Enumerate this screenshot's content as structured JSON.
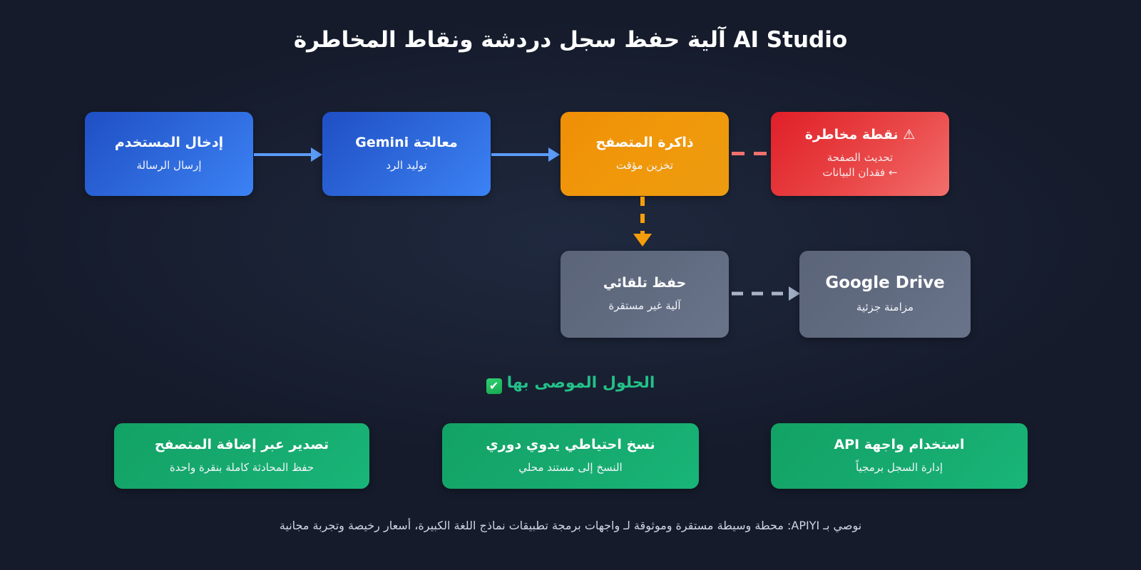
{
  "page": {
    "title": "AI Studio آلية حفظ سجل دردشة ونقاط المخاطرة",
    "background_color": "#151b2b"
  },
  "flow": {
    "nodes": [
      {
        "id": "user-input",
        "title": "إدخال المستخدم",
        "subtitle": "إرسال الرسالة",
        "color": "#2f6bdd"
      },
      {
        "id": "gemini-processing",
        "title": "معالجة Gemini",
        "subtitle": "توليد الرد",
        "color": "#2f6bdd"
      },
      {
        "id": "browser-memory",
        "title": "ذاكرة المتصفح",
        "subtitle": "تخزين مؤقت",
        "color": "#ef9310"
      },
      {
        "id": "risk-point",
        "title": "⚠ نقطة مخاطرة",
        "subtitle": "تحديث الصفحة",
        "subtitle2": "← فقدان البيانات",
        "color": "#ea4a4a"
      },
      {
        "id": "auto-save",
        "title": "حفظ تلقائي",
        "subtitle": "آلية غير مستقرة",
        "color": "#616b80"
      },
      {
        "id": "google-drive",
        "title": "Google Drive",
        "subtitle": "مزامنة جزئية",
        "color": "#616b80"
      }
    ],
    "connectors": [
      {
        "id": "user-to-gemini",
        "style": "solid-arrow",
        "color": "#5b9bf8"
      },
      {
        "id": "gemini-to-memory",
        "style": "solid-arrow",
        "color": "#5b9bf8"
      },
      {
        "id": "memory-to-risk",
        "style": "dashed",
        "color": "#f2716d"
      },
      {
        "id": "memory-to-autosave",
        "style": "dashed-arrow-down",
        "color": "#f59e0b"
      },
      {
        "id": "autosave-to-drive",
        "style": "dashed-arrow",
        "color": "#9fadc2"
      }
    ]
  },
  "recommended": {
    "heading": "الحلول الموصى بها",
    "check_icon": "✔",
    "accent_color": "#23c088",
    "cards": [
      {
        "id": "browser-extension-export",
        "title": "تصدير عبر إضافة المتصفح",
        "subtitle": "حفظ المحادثة كاملة بنقرة واحدة"
      },
      {
        "id": "manual-periodic-backup",
        "title": "نسخ احتياطي يدوي دوري",
        "subtitle": "النسخ إلى مستند محلي"
      },
      {
        "id": "api-usage",
        "title": "استخدام واجهة API",
        "subtitle": "إدارة السجل برمجياً"
      }
    ]
  },
  "footer": {
    "text": "نوصي بـ APIYI: محطة وسيطة مستقرة وموثوقة لـ واجهات برمجة تطبيقات نماذج اللغة الكبيرة، أسعار رخيصة وتجربة مجانية"
  }
}
